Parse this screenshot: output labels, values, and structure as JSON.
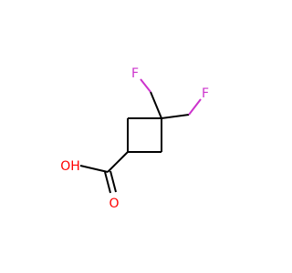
{
  "structure": {
    "atoms": {
      "fluorine_1": "F",
      "fluorine_2": "F",
      "hydroxyl": "OH",
      "carbonyl_oxygen": "O"
    },
    "colors": {
      "bond": "#000000",
      "fluorine": "#cc33cc",
      "oxygen": "#ff0000"
    }
  }
}
